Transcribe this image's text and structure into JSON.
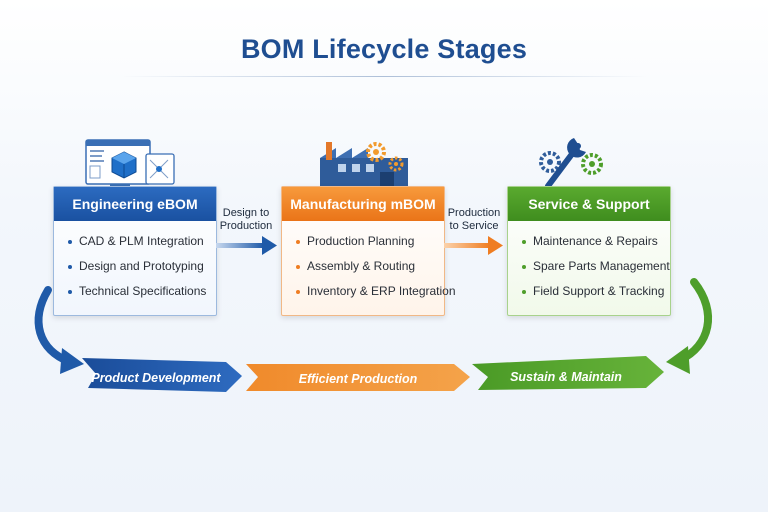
{
  "title": "BOM Lifecycle Stages",
  "stages": [
    {
      "header": "Engineering eBOM",
      "items": [
        "CAD & PLM Integration",
        "Design and Prototyping",
        "Technical Specifications"
      ]
    },
    {
      "header": "Manufacturing mBOM",
      "items": [
        "Production Planning",
        "Assembly & Routing",
        "Inventory & ERP Integration"
      ]
    },
    {
      "header": "Service & Support",
      "items": [
        "Maintenance & Repairs",
        "Spare Parts Management",
        "Field Support & Tracking"
      ]
    }
  ],
  "connectors": [
    {
      "line1": "Design to",
      "line2": "Production"
    },
    {
      "line1": "Production",
      "line2": "to Service"
    }
  ],
  "bands": [
    "Product Development",
    "Efficient Production",
    "Sustain & Maintain"
  ],
  "icons": [
    "cad-monitor-icon",
    "factory-gears-icon",
    "wrench-gears-icon"
  ],
  "colors": {
    "title": "#1f4e91",
    "engineering": "#1f5aa8",
    "manufacturing": "#ef7d22",
    "service": "#4e9e2a"
  }
}
